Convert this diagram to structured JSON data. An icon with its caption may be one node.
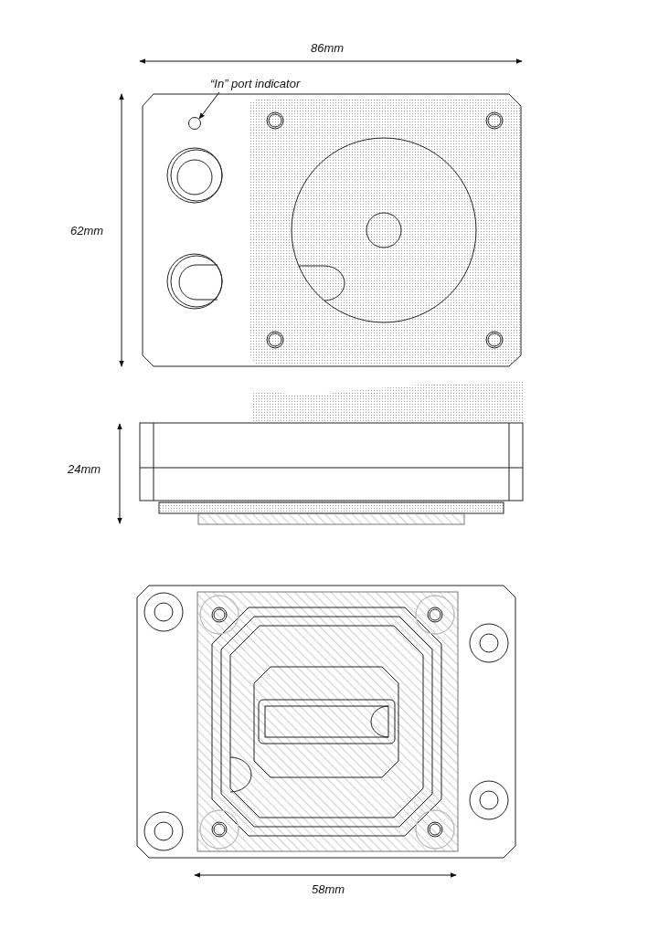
{
  "diagram": {
    "nodes": [
      {
        "text": [
          "“In” port indicator"
        ]
      },
      {
        "text": [],
        "shape": "circle"
      }
    ],
    "edges": [
      {
        "from": 0,
        "to": 1,
        "arrow": "to"
      }
    ],
    "labels": [
      "86mm",
      "62mm",
      "24mm",
      "58mm"
    ]
  }
}
